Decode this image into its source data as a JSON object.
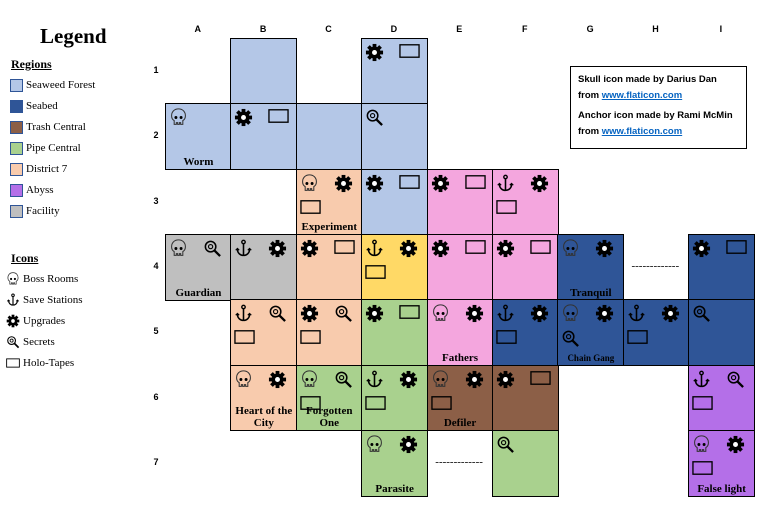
{
  "legend": {
    "title": "Legend",
    "regions_heading": "Regions",
    "regions": [
      {
        "key": "seaweed",
        "label": "Seaweed Forest",
        "color": "#b4c7e7"
      },
      {
        "key": "seabed",
        "label": "Seabed",
        "color": "#2f5597"
      },
      {
        "key": "trash",
        "label": "Trash Central",
        "color": "#8c5f47"
      },
      {
        "key": "pipe",
        "label": "Pipe Central",
        "color": "#a9d18e"
      },
      {
        "key": "district",
        "label": "District 7",
        "color": "#f8cbad"
      },
      {
        "key": "abyss",
        "label": "Abyss",
        "color": "#b46fe8"
      },
      {
        "key": "facility",
        "label": "Facility",
        "color": "#bfbfbf"
      }
    ],
    "icons_heading": "Icons",
    "icons": [
      {
        "icon": "skull",
        "label": "Boss Rooms"
      },
      {
        "icon": "anchor",
        "label": "Save Stations"
      },
      {
        "icon": "gear",
        "label": "Upgrades"
      },
      {
        "icon": "magnifier",
        "label": "Secrets"
      },
      {
        "icon": "tape",
        "label": "Holo-Tapes"
      }
    ]
  },
  "extra_colors": {
    "pink": "#f4a6de",
    "yellow": "#ffd966"
  },
  "columns": [
    "A",
    "B",
    "C",
    "D",
    "E",
    "F",
    "G",
    "H",
    "I"
  ],
  "rows": [
    "1",
    "2",
    "3",
    "4",
    "5",
    "6",
    "7"
  ],
  "cells": [
    {
      "col": "B",
      "row": "1",
      "region": "seaweed",
      "icons": []
    },
    {
      "col": "D",
      "row": "1",
      "region": "seaweed",
      "icons": [
        "gear",
        "tape"
      ]
    },
    {
      "col": "A",
      "row": "2",
      "region": "seaweed",
      "icons": [
        "skull"
      ],
      "label": "Worm"
    },
    {
      "col": "B",
      "row": "2",
      "region": "seaweed",
      "icons": [
        "gear",
        "tape"
      ]
    },
    {
      "col": "C",
      "row": "2",
      "region": "seaweed",
      "icons": []
    },
    {
      "col": "D",
      "row": "2",
      "region": "seaweed",
      "icons": [
        "magnifier"
      ]
    },
    {
      "col": "C",
      "row": "3",
      "region": "district",
      "icons": [
        "skull",
        "gear",
        "tape"
      ],
      "label": "Experiment"
    },
    {
      "col": "D",
      "row": "3",
      "region": "seaweed",
      "icons": [
        "gear",
        "tape"
      ]
    },
    {
      "col": "E",
      "row": "3",
      "region": "pink",
      "icons": [
        "gear",
        "tape"
      ]
    },
    {
      "col": "F",
      "row": "3",
      "region": "pink",
      "icons": [
        "anchor",
        "gear",
        "tape"
      ]
    },
    {
      "col": "A",
      "row": "4",
      "region": "facility",
      "icons": [
        "skull",
        "magnifier"
      ],
      "label": "Guardian"
    },
    {
      "col": "B",
      "row": "4",
      "region": "facility",
      "icons": [
        "anchor",
        "gear"
      ]
    },
    {
      "col": "C",
      "row": "4",
      "region": "district",
      "icons": [
        "gear",
        "tape"
      ]
    },
    {
      "col": "D",
      "row": "4",
      "region": "yellow",
      "icons": [
        "anchor",
        "gear",
        "tape"
      ]
    },
    {
      "col": "E",
      "row": "4",
      "region": "pink",
      "icons": [
        "gear",
        "tape"
      ]
    },
    {
      "col": "F",
      "row": "4",
      "region": "pink",
      "icons": [
        "gear",
        "tape"
      ]
    },
    {
      "col": "G",
      "row": "4",
      "region": "seabed",
      "icons": [
        "skull",
        "gear"
      ],
      "label": "Tranquil"
    },
    {
      "col": "I",
      "row": "4",
      "region": "seabed",
      "icons": [
        "gear",
        "tape"
      ]
    },
    {
      "col": "B",
      "row": "5",
      "region": "district",
      "icons": [
        "anchor",
        "magnifier",
        "tape"
      ]
    },
    {
      "col": "C",
      "row": "5",
      "region": "district",
      "icons": [
        "gear",
        "magnifier",
        "tape"
      ]
    },
    {
      "col": "D",
      "row": "5",
      "region": "pipe",
      "icons": [
        "gear",
        "tape"
      ]
    },
    {
      "col": "E",
      "row": "5",
      "region": "pink",
      "icons": [
        "skull",
        "gear"
      ],
      "label": "Fathers"
    },
    {
      "col": "F",
      "row": "5",
      "region": "seabed",
      "icons": [
        "anchor",
        "gear",
        "tape"
      ]
    },
    {
      "col": "G",
      "row": "5",
      "region": "seabed",
      "icons": [
        "skull",
        "gear",
        "magnifier"
      ],
      "label": "Chain Gang",
      "small": true
    },
    {
      "col": "H",
      "row": "5",
      "region": "seabed",
      "icons": [
        "anchor",
        "gear",
        "tape"
      ]
    },
    {
      "col": "I",
      "row": "5",
      "region": "seabed",
      "icons": [
        "magnifier"
      ]
    },
    {
      "col": "B",
      "row": "6",
      "region": "district",
      "icons": [
        "skull",
        "gear"
      ],
      "label": "Heart of the City"
    },
    {
      "col": "C",
      "row": "6",
      "region": "pipe",
      "icons": [
        "skull",
        "magnifier",
        "tape"
      ],
      "label": "Forgotten One"
    },
    {
      "col": "D",
      "row": "6",
      "region": "pipe",
      "icons": [
        "anchor",
        "gear",
        "tape"
      ]
    },
    {
      "col": "E",
      "row": "6",
      "region": "trash",
      "icons": [
        "skull",
        "gear",
        "tape"
      ],
      "label": "Defiler"
    },
    {
      "col": "F",
      "row": "6",
      "region": "trash",
      "icons": [
        "gear",
        "tape"
      ]
    },
    {
      "col": "I",
      "row": "6",
      "region": "abyss",
      "icons": [
        "anchor",
        "magnifier",
        "tape"
      ]
    },
    {
      "col": "D",
      "row": "7",
      "region": "pipe",
      "icons": [
        "skull",
        "gear"
      ],
      "label": "Parasite"
    },
    {
      "col": "F",
      "row": "7",
      "region": "pipe",
      "icons": [
        "magnifier"
      ]
    },
    {
      "col": "I",
      "row": "7",
      "region": "abyss",
      "icons": [
        "skull",
        "gear",
        "tape"
      ],
      "label": "False light"
    }
  ],
  "dash_cells": [
    {
      "col": "H",
      "row": "4",
      "text": "-------------"
    },
    {
      "col": "E",
      "row": "7",
      "text": "-------------"
    }
  ],
  "credits": {
    "line1": "Skull icon made by Darius Dan",
    "line3": "Anchor icon made by Rami McMin",
    "from": "from",
    "link": "www.flaticon.com"
  }
}
